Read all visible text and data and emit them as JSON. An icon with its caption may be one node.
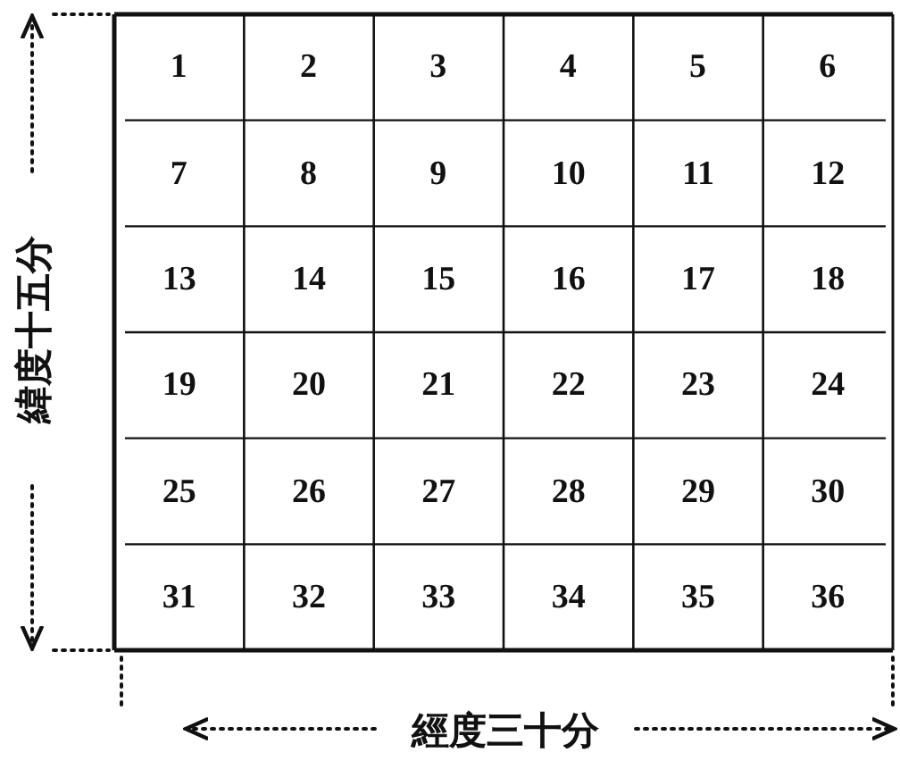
{
  "diagram": {
    "labels": [
      "1",
      "2",
      "3",
      "4",
      "5",
      "6",
      "7",
      "8",
      "9",
      "10",
      "11",
      "12",
      "13",
      "14",
      "15",
      "16",
      "17",
      "18",
      "19",
      "20",
      "21",
      "22",
      "23",
      "24",
      "25",
      "26",
      "27",
      "28",
      "29",
      "30",
      "31",
      "32",
      "33",
      "34",
      "35",
      "36",
      "緯度十五分",
      "經度三十分"
    ]
  }
}
